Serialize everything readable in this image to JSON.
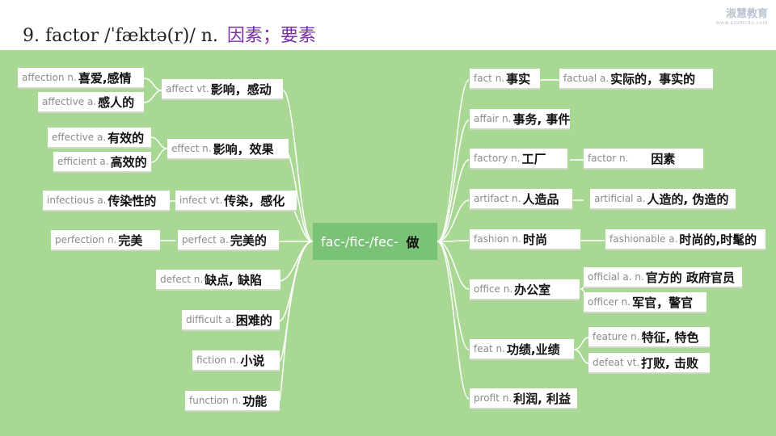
{
  "header": {
    "title": "9. factor /ˈfæktə(r)/ n.",
    "title_cn": "因素；要素",
    "logo_main": "淑慧教育",
    "logo_sub": "www.szsmcdu.com"
  },
  "center": {
    "en": "fac-/fic-/fec-",
    "cn": "做"
  },
  "left": [
    {
      "en": "affection n.",
      "cn": "喜爱,感情"
    },
    {
      "en": "affective a.",
      "cn": "感人的"
    },
    {
      "en": "affect vt.",
      "cn": "影响，感动"
    },
    {
      "en": "effective a.",
      "cn": "有效的"
    },
    {
      "en": "efficient a.",
      "cn": "高效的"
    },
    {
      "en": "effect n.",
      "cn": "影响，效果"
    },
    {
      "en": "infectious a.",
      "cn": "传染性的"
    },
    {
      "en": "infect vt.",
      "cn": "传染，感化"
    },
    {
      "en": "perfection n.",
      "cn": "完美"
    },
    {
      "en": "perfect a.",
      "cn": "完美的"
    },
    {
      "en": "defect n.",
      "cn": "缺点, 缺陷"
    },
    {
      "en": "difficult a.",
      "cn": "困难的"
    },
    {
      "en": "fiction n.",
      "cn": "小说"
    },
    {
      "en": "function n.",
      "cn": "功能"
    }
  ],
  "right": [
    {
      "en": "fact n.",
      "cn": "事实"
    },
    {
      "en": "factual a.",
      "cn": "实际的，事实的"
    },
    {
      "en": "affair n.",
      "cn": "事务, 事件"
    },
    {
      "en": "factory n.",
      "cn": "工厂"
    },
    {
      "en": "factor n.",
      "cn": "因素"
    },
    {
      "en": "artifact n.",
      "cn": "人造品"
    },
    {
      "en": "artificial a.",
      "cn": "人造的, 伪造的"
    },
    {
      "en": "fashion n.",
      "cn": "时尚"
    },
    {
      "en": "fashionable a.",
      "cn": "时尚的,时髦的"
    },
    {
      "en": "office n.",
      "cn": "办公室"
    },
    {
      "en": "official a. n.",
      "cn": "官方的  政府官员"
    },
    {
      "en": "officer n.",
      "cn": "军官，警官"
    },
    {
      "en": "feat n.",
      "cn": "功绩,业绩"
    },
    {
      "en": "feature n.",
      "cn": "特征, 特色"
    },
    {
      "en": "defeat vt.",
      "cn": "打败, 击败"
    },
    {
      "en": "profit n.",
      "cn": "利润, 利益"
    }
  ],
  "colors": {
    "map_bg": "#a8d894",
    "center_bg": "#79c276",
    "line": "#ffffff"
  }
}
